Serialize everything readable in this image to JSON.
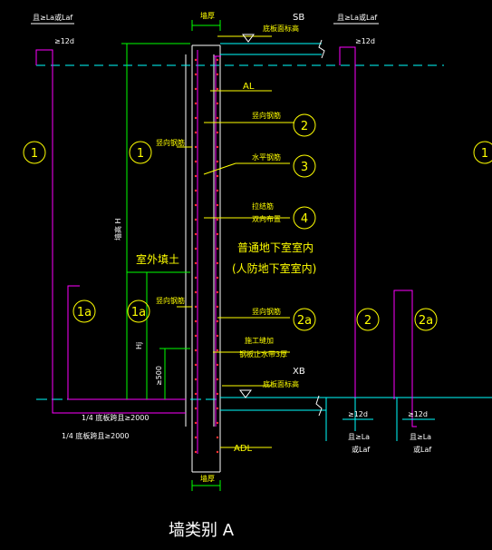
{
  "colors": {
    "background": "#000000",
    "wall": "#ffffff",
    "cyan": "#00ffff",
    "yellow": "#ffff00",
    "magenta": "#ff00ff",
    "green": "#00ff00",
    "red": "#ff3030",
    "gray": "#b0b0b0"
  },
  "icons": {
    "elevation_marker": "triangle-down-icon",
    "break_mark": "zigzag-break-icon"
  },
  "labels": {
    "wall_thickness_top": "墙厚",
    "wall_thickness_bottom": "墙厚",
    "sb": "SB",
    "xb": "XB",
    "top_slab_elev": "底板面标高",
    "bottom_slab_elev": "底板面标高",
    "al": "AL",
    "adl": "ADL",
    "vertical_bar_1": "竖向钢筋",
    "vertical_bar_2": "竖向钢筋",
    "horizontal_bar": "水平钢筋",
    "tie_bar": "拉结筋",
    "bidirectional": "双向布置",
    "vertical_bar_left": "竖向钢筋",
    "vertical_bar_left_2": "竖向钢筋",
    "basement_line1": "普通地下室室内",
    "basement_line2": "(人防地下室室内)",
    "backfill": "室外填土",
    "construction_joint_1": "施工缝加",
    "construction_joint_2": "钢板止水带3厚",
    "wall_height": "墙高 H",
    "hj": "Hj",
    "ge500": "≥500",
    "note_14_1": "1/4 底板跨且≥2000",
    "note_14_2": "1/4 底板跨且≥2000",
    "anchor_top_left": "且≥La或Laf",
    "anchor_top_left_12d": "≥12d",
    "anchor_top_right": "且≥La或Laf",
    "anchor_top_right_12d": "≥12d",
    "br_12d_1": "≥12d",
    "br_12d_2": "≥12d",
    "br_la_1a": "且≥La",
    "br_la_1b": "或Laf",
    "br_la_2a": "且≥La",
    "br_la_2b": "或Laf",
    "title": "墙类别  A"
  },
  "callouts": {
    "c1_left": "1",
    "c1_mid": "1",
    "c1_right": "1",
    "c1a_left": "1a",
    "c1a_mid": "1a",
    "c2_top": "2",
    "c2_right": "2",
    "c2a_mid": "2a",
    "c2a_right": "2a",
    "c3": "3",
    "c4": "4"
  }
}
